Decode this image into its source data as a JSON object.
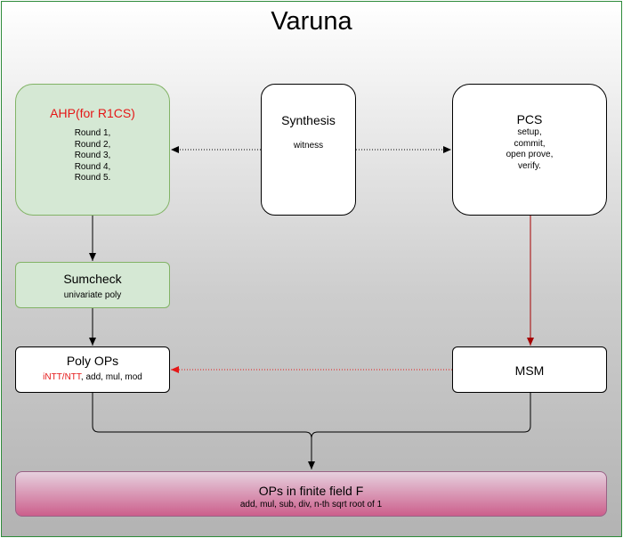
{
  "title": "Varuna",
  "ahp": {
    "title": "AHP(for R1CS)",
    "rounds": [
      "Round 1,",
      "Round 2,",
      "Round 3,",
      "Round 4,",
      "Round 5."
    ]
  },
  "synthesis": {
    "title": "Synthesis",
    "subtitle": "witness"
  },
  "pcs": {
    "title": "PCS",
    "lines": [
      "setup,",
      "commit,",
      "open prove,",
      "verify."
    ]
  },
  "sumcheck": {
    "title": "Sumcheck",
    "subtitle": "univariate poly"
  },
  "poly_ops": {
    "title": "Poly OPs",
    "sub_red": "iNTT/NTT",
    "sub_rest": ", add, mul, mod"
  },
  "msm": {
    "title": "MSM"
  },
  "finite_field": {
    "title": "OPs in finite field F",
    "subtitle": "add, mul, sub, div, n-th sqrt root of 1"
  },
  "colors": {
    "green_fill": "#d5e8d4",
    "green_stroke": "#82b366",
    "red_accent": "#e51717",
    "dark_red_line": "#a50000",
    "pink_top": "#e6d0de",
    "pink_bottom": "#cc5f8c"
  }
}
